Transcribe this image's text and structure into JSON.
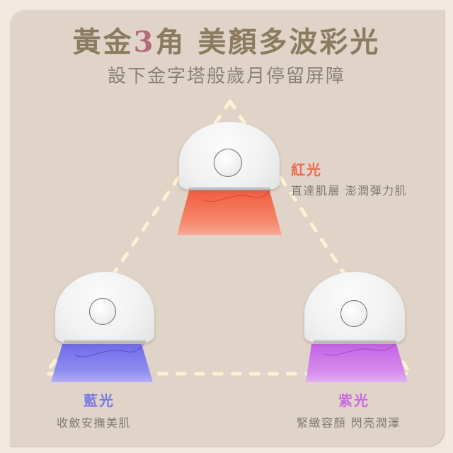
{
  "header": {
    "title_prefix": "黃金",
    "title_number": "3",
    "title_suffix": "角 美顏多波彩光",
    "subtitle": "設下金字塔般歲月停留屏障"
  },
  "colors": {
    "background": "#f1e9e0",
    "panel": "#e0d4c8",
    "title": "#8b7b61",
    "title_accent": "#b46b7c",
    "dash": "#fbf3d4",
    "red": "#ef6a4e",
    "blue": "#7a78e6",
    "purple": "#c86ae0"
  },
  "lights": [
    {
      "id": "red",
      "name": "紅光",
      "description": "直達肌層 澎潤彈力肌",
      "color": "#ef6a4e",
      "icon": "red-light-device-icon"
    },
    {
      "id": "blue",
      "name": "藍光",
      "description": "收斂安撫美肌",
      "color": "#7a78e6",
      "icon": "blue-light-device-icon"
    },
    {
      "id": "purple",
      "name": "紫光",
      "description": "緊緻容顏 閃亮潤澤",
      "color": "#c86ae0",
      "icon": "purple-light-device-icon"
    }
  ]
}
